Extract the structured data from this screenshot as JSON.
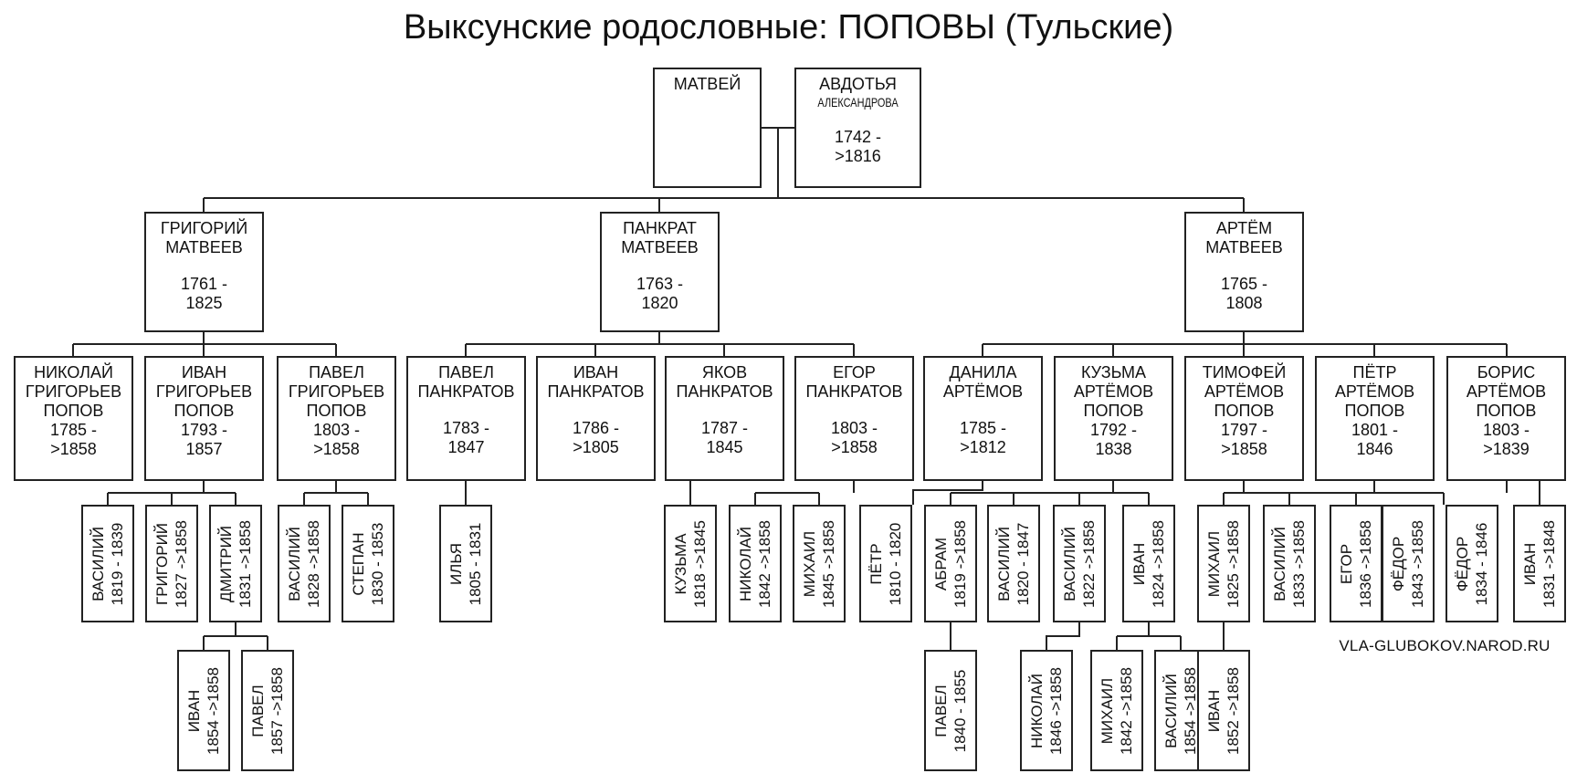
{
  "title": "Выксунские родословные: ПОПОВЫ (Тульские)",
  "watermark": "VLA-GLUBOKOV.NAROD.RU",
  "root": {
    "husband": {
      "first": "МАТВЕЙ"
    },
    "wife": {
      "first": "АВДОТЬЯ",
      "patronymic": "АЛЕКСАНДРОВА",
      "years1": "1742 -",
      "years2": ">1816"
    }
  },
  "sons": [
    {
      "first": "ГРИГОРИЙ",
      "patronymic": "МАТВЕЕВ",
      "years1": "1761 -",
      "years2": "1825"
    },
    {
      "first": "ПАНКРАТ",
      "patronymic": "МАТВЕЕВ",
      "years1": "1763 -",
      "years2": "1820"
    },
    {
      "first": "АРТЁМ",
      "patronymic": "МАТВЕЕВ",
      "years1": "1765 -",
      "years2": "1808"
    }
  ],
  "grandsons": [
    {
      "first": "НИКОЛАЙ",
      "patronymic": "ГРИГОРЬЕВ",
      "surname": "ПОПОВ",
      "years1": "1785 -",
      "years2": ">1858"
    },
    {
      "first": "ИВАН",
      "patronymic": "ГРИГОРЬЕВ",
      "surname": "ПОПОВ",
      "years1": "1793 -",
      "years2": "1857"
    },
    {
      "first": "ПАВЕЛ",
      "patronymic": "ГРИГОРЬЕВ",
      "surname": "ПОПОВ",
      "years1": "1803 -",
      "years2": ">1858"
    },
    {
      "first": "ПАВЕЛ",
      "patronymic": "ПАНКРАТОВ",
      "years1": "1783 -",
      "years2": "1847"
    },
    {
      "first": "ИВАН",
      "patronymic": "ПАНКРАТОВ",
      "years1": "1786 -",
      "years2": ">1805"
    },
    {
      "first": "ЯКОВ",
      "patronymic": "ПАНКРАТОВ",
      "years1": "1787 -",
      "years2": "1845"
    },
    {
      "first": "ЕГОР",
      "patronymic": "ПАНКРАТОВ",
      "years1": "1803 -",
      "years2": ">1858"
    },
    {
      "first": "ДАНИЛА",
      "patronymic": "АРТЁМОВ",
      "years1": "1785 -",
      "years2": ">1812"
    },
    {
      "first": "КУЗЬМА",
      "patronymic": "АРТЁМОВ",
      "surname": "ПОПОВ",
      "years1": "1792 -",
      "years2": "1838"
    },
    {
      "first": "ТИМОФЕЙ",
      "patronymic": "АРТЁМОВ",
      "surname": "ПОПОВ",
      "years1": "1797 -",
      "years2": ">1858"
    },
    {
      "first": "ПЁТР",
      "patronymic": "АРТЁМОВ",
      "surname": "ПОПОВ",
      "years1": "1801 -",
      "years2": "1846"
    },
    {
      "first": "БОРИС",
      "patronymic": "АРТЁМОВ",
      "surname": "ПОПОВ",
      "years1": "1803 -",
      "years2": ">1839"
    }
  ],
  "great_grandchildren": [
    {
      "name": "ВАСИЛИЙ",
      "years": "1819 - 1839"
    },
    {
      "name": "ГРИГОРИЙ",
      "years": "1827 ->1858"
    },
    {
      "name": "ДМИТРИЙ",
      "years": "1831 ->1858"
    },
    {
      "name": "ВАСИЛИЙ",
      "years": "1828 ->1858"
    },
    {
      "name": "СТЕПАН",
      "years": "1830 - 1853"
    },
    {
      "name": "ИЛЬЯ",
      "years": "1805 - 1831"
    },
    {
      "name": "КУЗЬМА",
      "years": "1818 ->1845"
    },
    {
      "name": "НИКОЛАЙ",
      "years": "1842 ->1858"
    },
    {
      "name": "МИХАИЛ",
      "years": "1845 ->1858"
    },
    {
      "name": "ПЁТР",
      "years": "1810 - 1820"
    },
    {
      "name": "АБРАМ",
      "years": "1819 ->1858"
    },
    {
      "name": "ВАСИЛИЙ",
      "years": "1820 - 1847"
    },
    {
      "name": "ВАСИЛИЙ",
      "years": "1822 ->1858"
    },
    {
      "name": "ИВАН",
      "years": "1824 ->1858"
    },
    {
      "name": "МИХАИЛ",
      "years": "1825 ->1858"
    },
    {
      "name": "ВАСИЛИЙ",
      "years": "1833 ->1858"
    },
    {
      "name": "ЕГОР",
      "years": "1836 ->1858"
    },
    {
      "name": "ФЁДОР",
      "years": "1843 ->1858"
    },
    {
      "name": "ФЁДОР",
      "years": "1834 - 1846"
    },
    {
      "name": "ИВАН",
      "years": "1831 ->1848"
    }
  ],
  "great_great_grandchildren": [
    {
      "name": "ИВАН",
      "years": "1854 ->1858"
    },
    {
      "name": "ПАВЕЛ",
      "years": "1857 ->1858"
    },
    {
      "name": "ПАВЕЛ",
      "years": "1840 - 1855"
    },
    {
      "name": "НИКОЛАЙ",
      "years": "1846 ->1858"
    },
    {
      "name": "МИХАИЛ",
      "years": "1842 ->1858"
    },
    {
      "name": "ВАСИЛИЙ",
      "years": "1854 ->1858"
    },
    {
      "name": "ИВАН",
      "years": "1852 ->1858"
    }
  ]
}
